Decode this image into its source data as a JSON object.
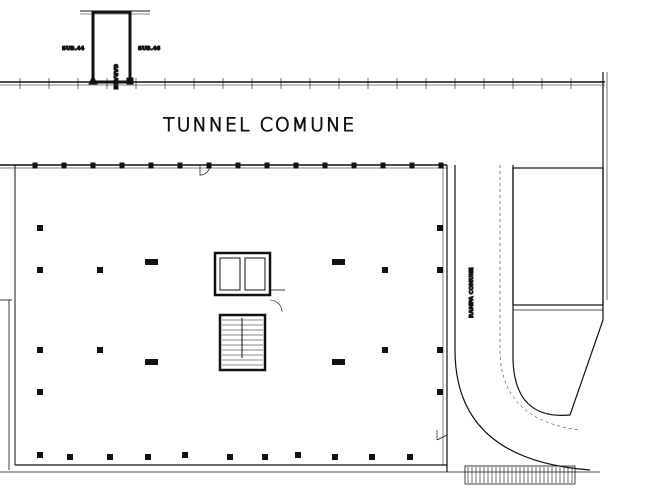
{
  "plan": {
    "tunnel_label": "TUNNEL COMUNE",
    "ramp_label": "RAMPA COMUNE",
    "garage_label": "GARAGE",
    "sub_left_label": "SUB.44",
    "sub_right_label": "SUB.46"
  },
  "colors": {
    "ink": "#111111",
    "paper": "#ffffff"
  }
}
